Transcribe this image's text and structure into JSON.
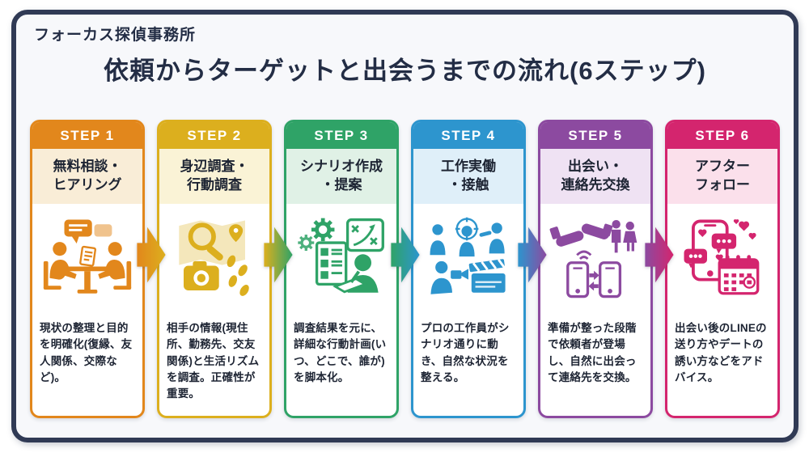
{
  "frame": {
    "border_color": "#303a55",
    "background": "#f7f8fb"
  },
  "header": {
    "agency_name": "フォーカス探偵事務所"
  },
  "title": "依頼からターゲットと出会うまでの流れ(6ステップ)",
  "text_color": "#232d45",
  "steps": [
    {
      "step_label": "STEP 1",
      "title": "無料相談・\nヒアリング",
      "description": "現状の整理と目的を明確化(復縁、友人関係、交際など)。",
      "icon": "consultation-icon",
      "color": "#E2871C",
      "tint": "#F9EDD7"
    },
    {
      "step_label": "STEP 2",
      "title": "身辺調査・\n行動調査",
      "description": "相手の情報(現住所、勤務先、交友関係)と生活リズムを調査。正確性が重要。",
      "icon": "map-search-icon",
      "color": "#DCAF1E",
      "tint": "#FAF3D6"
    },
    {
      "step_label": "STEP 3",
      "title": "シナリオ作成\n・提案",
      "description": "調査結果を元に、詳細な行動計画(いつ、どこで、誰が)を脚本化。",
      "icon": "scenario-plan-icon",
      "color": "#2FA367",
      "tint": "#E0F1E6"
    },
    {
      "step_label": "STEP 4",
      "title": "工作実働\n・接触",
      "description": "プロの工作員がシナリオ通りに動き、自然な状況を整える。",
      "icon": "operation-contact-icon",
      "color": "#2D95CE",
      "tint": "#DFEFF9"
    },
    {
      "step_label": "STEP 5",
      "title": "出会い・\n連絡先交換",
      "description": "準備が整った段階で依頼者が登場し、自然に出会って連絡先を交換。",
      "icon": "meeting-exchange-icon",
      "color": "#8C4AA0",
      "tint": "#EFE2F3"
    },
    {
      "step_label": "STEP 6",
      "title": "アフター\nフォロー",
      "description": "出会い後のLINEの送り方やデートの誘い方などをアドバイス。",
      "icon": "aftercare-icon",
      "color": "#D4256E",
      "tint": "#FBE0EB"
    }
  ],
  "arrows": [
    {
      "from": "#E2871C",
      "to": "#DCAF1E"
    },
    {
      "from": "#DCAF1E",
      "to": "#2FA367"
    },
    {
      "from": "#2FA367",
      "to": "#2D95CE"
    },
    {
      "from": "#2D95CE",
      "to": "#8C4AA0"
    },
    {
      "from": "#8C4AA0",
      "to": "#D4256E"
    }
  ]
}
